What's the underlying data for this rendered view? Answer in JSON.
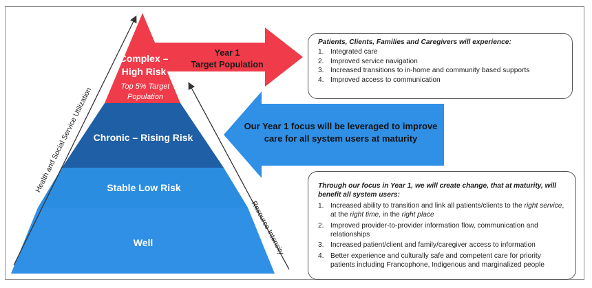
{
  "pyramid": {
    "axis_left_label": "Health and Social Service Utilization",
    "axis_right_label": "Resource Intensity",
    "tiers": [
      {
        "label_lines": [
          "Complex –",
          "High Risk"
        ],
        "sublabel_lines": [
          "Top 5% Target",
          "Population"
        ],
        "color": "#ef3b4a"
      },
      {
        "label_lines": [
          "Chronic – Rising Risk"
        ],
        "color": "#1f5fa6"
      },
      {
        "label_lines": [
          "Stable Low Risk"
        ],
        "color": "#2b8de0"
      },
      {
        "label_lines": [
          "Well"
        ],
        "color": "#2f90e6"
      }
    ]
  },
  "arrow_right": {
    "lines": [
      "Year 1",
      "Target Population"
    ],
    "color": "#ef3b4a"
  },
  "arrow_left": {
    "lines": [
      "Our Year 1 focus will be leveraged to improve",
      "care for all system users at maturity"
    ],
    "color": "#2f90e6"
  },
  "box1": {
    "title": "Patients, Clients, Families and Caregivers will experience:",
    "items": [
      "Integrated care",
      "Improved service navigation",
      "Increased transitions to in-home and community based supports",
      "Improved access to communication"
    ]
  },
  "box2": {
    "title": "Through our focus in Year 1, we will create change, that at maturity, will benefit all system users:",
    "items": [
      "Increased ability to transition and link all patients/clients to the right service, at the right time, in the right place",
      "Improved provider-to-provider information flow, communication and relationships",
      "Increased patient/client and family/caregiver access to information",
      "Better experience and culturally safe and competent care for priority patients including Francophone, Indigenous and marginalized people"
    ]
  }
}
